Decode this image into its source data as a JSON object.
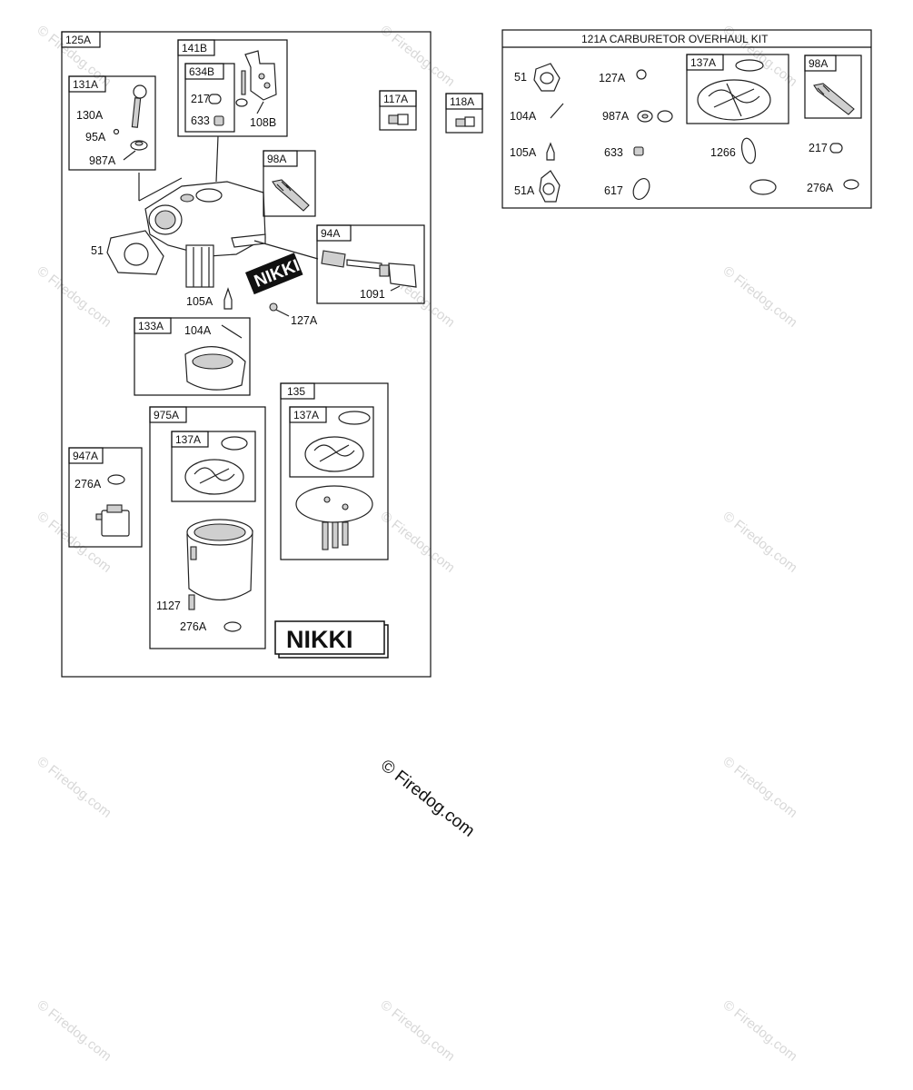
{
  "watermarks": {
    "text": "© Firedog.com",
    "center_text": "© Firedog.com"
  },
  "main_box": {
    "label": "125A",
    "groups": {
      "g131A": {
        "label": "131A",
        "parts": [
          "130A",
          "95A",
          "987A"
        ]
      },
      "g141B": {
        "label": "141B",
        "sub_label": "634B",
        "parts": [
          "217",
          "633",
          "108B"
        ]
      },
      "g117A": {
        "label": "117A"
      },
      "g118A": {
        "label": "118A"
      },
      "g98A": {
        "label": "98A"
      },
      "g94A": {
        "label": "94A",
        "parts": [
          "1091"
        ]
      },
      "g133A": {
        "label": "133A",
        "parts": [
          "104A"
        ]
      },
      "g135": {
        "label": "135",
        "sub_label": "137A"
      },
      "g975A": {
        "label": "975A",
        "sub_label": "137A",
        "parts": [
          "1127",
          "276A"
        ]
      },
      "g947A": {
        "label": "947A",
        "parts": [
          "276A"
        ]
      }
    },
    "loose_parts": [
      "51",
      "105A",
      "127A"
    ],
    "brand_small": "NIKKI",
    "brand_large": "NIKKI"
  },
  "kit": {
    "title": "121A CARBURETOR OVERHAUL KIT",
    "items": [
      "51",
      "127A",
      "104A",
      "987A",
      "105A",
      "633",
      "1266",
      "217",
      "51A",
      "617",
      "276A"
    ],
    "sub_137A": "137A",
    "sub_98A": "98A"
  }
}
